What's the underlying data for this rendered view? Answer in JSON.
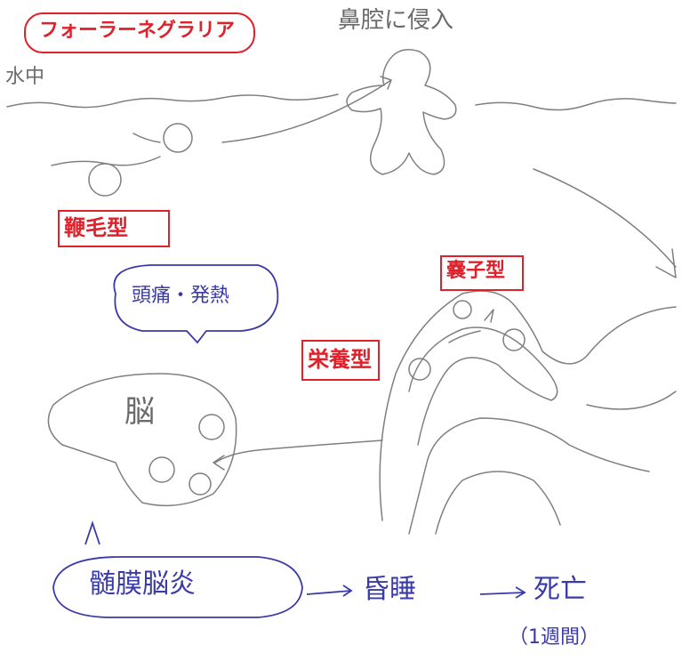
{
  "title": "フォーラーネグラリア",
  "labels": {
    "nasal_invasion": "鼻腔に侵入",
    "in_water": "水中",
    "flagellate": "鞭毛型",
    "trophozoite": "栄養型",
    "cyst": "嚢子型",
    "brain": "脳",
    "symptoms": "頭痛・発熱",
    "meningitis": "髄膜脳炎",
    "coma": "昏睡",
    "death": "死亡",
    "duration": "（1週間）"
  },
  "colors": {
    "red": "#e0202a",
    "blue": "#3a3aa8",
    "pencil": "#7a7a7a"
  }
}
